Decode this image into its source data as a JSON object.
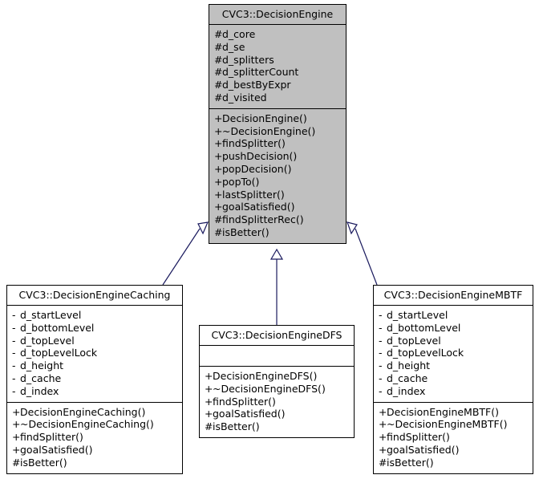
{
  "diagram": {
    "kind": "uml-class-inheritance-diagram",
    "background_color": "#ffffff",
    "base_fill_color": "#c0c0c0",
    "derived_fill_color": "#ffffff",
    "border_color": "#000000",
    "edge_color": "#1a1a5e",
    "classes": [
      {
        "id": "base",
        "name": "CVC3::DecisionEngine",
        "role": "base-class",
        "attributes": [
          {
            "visibility": "#",
            "name": "d_core"
          },
          {
            "visibility": "#",
            "name": "d_se"
          },
          {
            "visibility": "#",
            "name": "d_splitters"
          },
          {
            "visibility": "#",
            "name": "d_splitterCount"
          },
          {
            "visibility": "#",
            "name": "d_bestByExpr"
          },
          {
            "visibility": "#",
            "name": "d_visited"
          }
        ],
        "operations": [
          {
            "visibility": "+",
            "name": "DecisionEngine()"
          },
          {
            "visibility": "+",
            "name": "~DecisionEngine()"
          },
          {
            "visibility": "+",
            "name": "findSplitter()"
          },
          {
            "visibility": "+",
            "name": "pushDecision()"
          },
          {
            "visibility": "+",
            "name": "popDecision()"
          },
          {
            "visibility": "+",
            "name": "popTo()"
          },
          {
            "visibility": "+",
            "name": "lastSplitter()"
          },
          {
            "visibility": "+",
            "name": "goalSatisfied()"
          },
          {
            "visibility": "#",
            "name": "findSplitterRec()"
          },
          {
            "visibility": "#",
            "name": "isBetter()"
          }
        ]
      },
      {
        "id": "caching",
        "name": "CVC3::DecisionEngineCaching",
        "role": "derived-class",
        "attributes": [
          {
            "visibility": "-",
            "name": "d_startLevel"
          },
          {
            "visibility": "-",
            "name": "d_bottomLevel"
          },
          {
            "visibility": "-",
            "name": "d_topLevel"
          },
          {
            "visibility": "-",
            "name": "d_topLevelLock"
          },
          {
            "visibility": "-",
            "name": "d_height"
          },
          {
            "visibility": "-",
            "name": "d_cache"
          },
          {
            "visibility": "-",
            "name": "d_index"
          }
        ],
        "operations": [
          {
            "visibility": "+",
            "name": "DecisionEngineCaching()"
          },
          {
            "visibility": "+",
            "name": "~DecisionEngineCaching()"
          },
          {
            "visibility": "+",
            "name": "findSplitter()"
          },
          {
            "visibility": "+",
            "name": "goalSatisfied()"
          },
          {
            "visibility": "#",
            "name": "isBetter()"
          }
        ]
      },
      {
        "id": "dfs",
        "name": "CVC3::DecisionEngineDFS",
        "role": "derived-class",
        "attributes": [],
        "operations": [
          {
            "visibility": "+",
            "name": "DecisionEngineDFS()"
          },
          {
            "visibility": "+",
            "name": "~DecisionEngineDFS()"
          },
          {
            "visibility": "+",
            "name": "findSplitter()"
          },
          {
            "visibility": "+",
            "name": "goalSatisfied()"
          },
          {
            "visibility": "#",
            "name": "isBetter()"
          }
        ]
      },
      {
        "id": "mbtf",
        "name": "CVC3::DecisionEngineMBTF",
        "role": "derived-class",
        "attributes": [
          {
            "visibility": "-",
            "name": "d_startLevel"
          },
          {
            "visibility": "-",
            "name": "d_bottomLevel"
          },
          {
            "visibility": "-",
            "name": "d_topLevel"
          },
          {
            "visibility": "-",
            "name": "d_topLevelLock"
          },
          {
            "visibility": "-",
            "name": "d_height"
          },
          {
            "visibility": "-",
            "name": "d_cache"
          },
          {
            "visibility": "-",
            "name": "d_index"
          }
        ],
        "operations": [
          {
            "visibility": "+",
            "name": "DecisionEngineMBTF()"
          },
          {
            "visibility": "+",
            "name": "~DecisionEngineMBTF()"
          },
          {
            "visibility": "+",
            "name": "findSplitter()"
          },
          {
            "visibility": "+",
            "name": "goalSatisfied()"
          },
          {
            "visibility": "#",
            "name": "isBetter()"
          }
        ]
      }
    ],
    "inheritance_edges": [
      {
        "from": "caching",
        "to": "base",
        "style": "generalization"
      },
      {
        "from": "dfs",
        "to": "base",
        "style": "generalization"
      },
      {
        "from": "mbtf",
        "to": "base",
        "style": "generalization"
      }
    ]
  }
}
